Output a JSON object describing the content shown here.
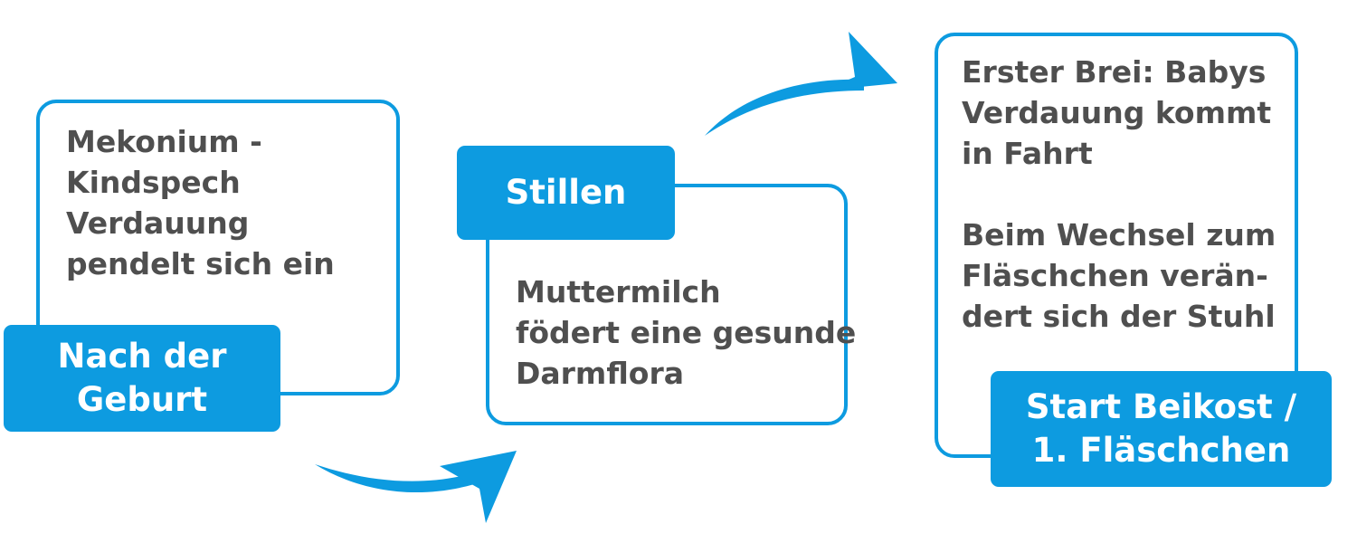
{
  "steps": [
    {
      "label": "Nach der\nGeburt",
      "text": "Mekonium -\nKindspech\nVerdauung\npendelt sich ein"
    },
    {
      "label": "Stillen",
      "text": "Muttermilch\nfödert eine gesunde\nDarmflora"
    },
    {
      "label": "Start Beikost /\n1. Fläschchen",
      "text": "Erster Brei: Babys\nVerdauung kommt\nin Fahrt\n\nBeim Wechsel zum\nFläschchen verän-\ndert sich der Stuhl"
    }
  ],
  "colors": {
    "accent": "#0d9be0",
    "text": "#4f4f4f",
    "background": "#ffffff"
  },
  "icons": {
    "arrow_1": "curved-arrow-right",
    "arrow_2": "curved-arrow-up-right"
  }
}
